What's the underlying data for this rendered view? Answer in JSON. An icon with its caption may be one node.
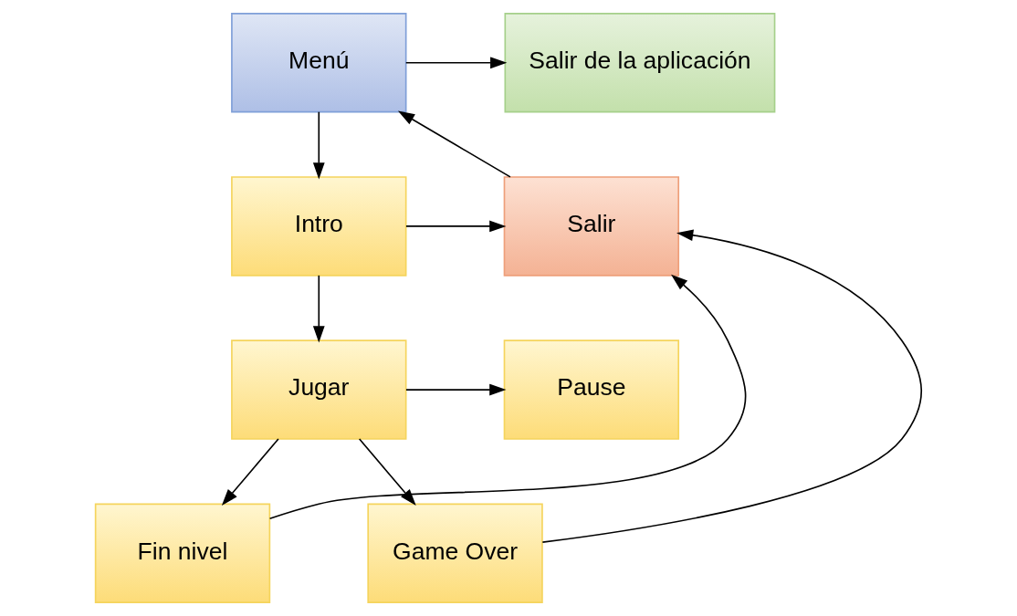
{
  "diagram": {
    "nodes": [
      {
        "text": [
          "Menú"
        ]
      },
      {
        "text": [
          "Salir de la aplicación"
        ]
      },
      {
        "text": [
          "Intro"
        ]
      },
      {
        "text": [
          "Salir"
        ]
      },
      {
        "text": [
          "Jugar"
        ]
      },
      {
        "text": [
          "Pause"
        ]
      },
      {
        "text": [
          "Fin nivel"
        ]
      },
      {
        "text": [
          "Game Over"
        ]
      }
    ],
    "edges": [
      {
        "from": 0,
        "to": 1,
        "arrow": "to"
      },
      {
        "from": 0,
        "to": 2,
        "arrow": "to"
      },
      {
        "from": 2,
        "to": 3,
        "arrow": "to"
      },
      {
        "from": 3,
        "to": 0,
        "arrow": "to"
      },
      {
        "from": 2,
        "to": 4,
        "arrow": "to"
      },
      {
        "from": 4,
        "to": 5,
        "arrow": "to"
      },
      {
        "from": 4,
        "to": 6,
        "arrow": "to"
      },
      {
        "from": 4,
        "to": 7,
        "arrow": "to"
      },
      {
        "from": 7,
        "to": 3,
        "arrow": "to"
      },
      {
        "from": 6,
        "to": 3,
        "arrow": "to"
      }
    ]
  }
}
